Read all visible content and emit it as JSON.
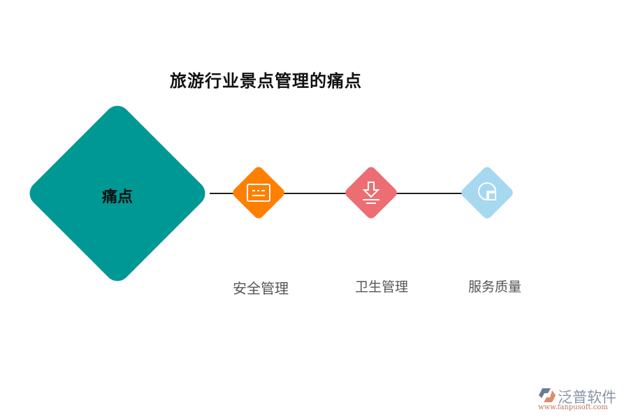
{
  "title": "旅游行业景点管理的痛点",
  "main_node": {
    "label": "痛点",
    "color": "#009895"
  },
  "nodes": [
    {
      "label": "安全管理",
      "icon": "list-card-icon",
      "color": "#ff7f00"
    },
    {
      "label": "卫生管理",
      "icon": "download-icon",
      "color": "#ec6e72"
    },
    {
      "label": "服务质量",
      "icon": "chart-square-icon",
      "color": "#a6d8f0"
    }
  ],
  "connector_color": "#222222",
  "watermark": {
    "brand": "泛普软件",
    "url": "www.fanpusoft.com"
  }
}
